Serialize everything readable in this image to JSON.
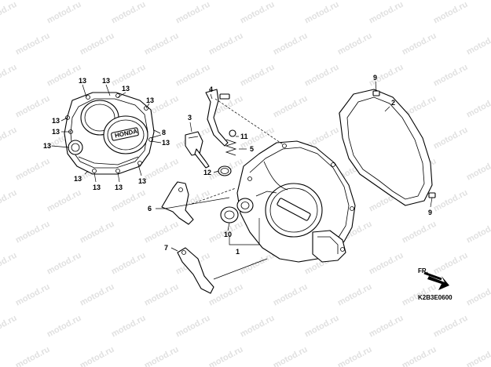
{
  "watermark_text": "motod.ru",
  "diagram_code": "K2B3E0600",
  "fr_label": "FR.",
  "cover_brand": "HONDA",
  "callouts": {
    "c1": "1",
    "c2": "2",
    "c3": "3",
    "c4": "4",
    "c5": "5",
    "c6": "6",
    "c7": "7",
    "c8": "8",
    "c9a": "9",
    "c9b": "9",
    "c10": "10",
    "c11": "11",
    "c12": "12",
    "c13": "13"
  },
  "colors": {
    "line": "#000000",
    "watermark": "#c8c8c8",
    "background": "#ffffff"
  }
}
